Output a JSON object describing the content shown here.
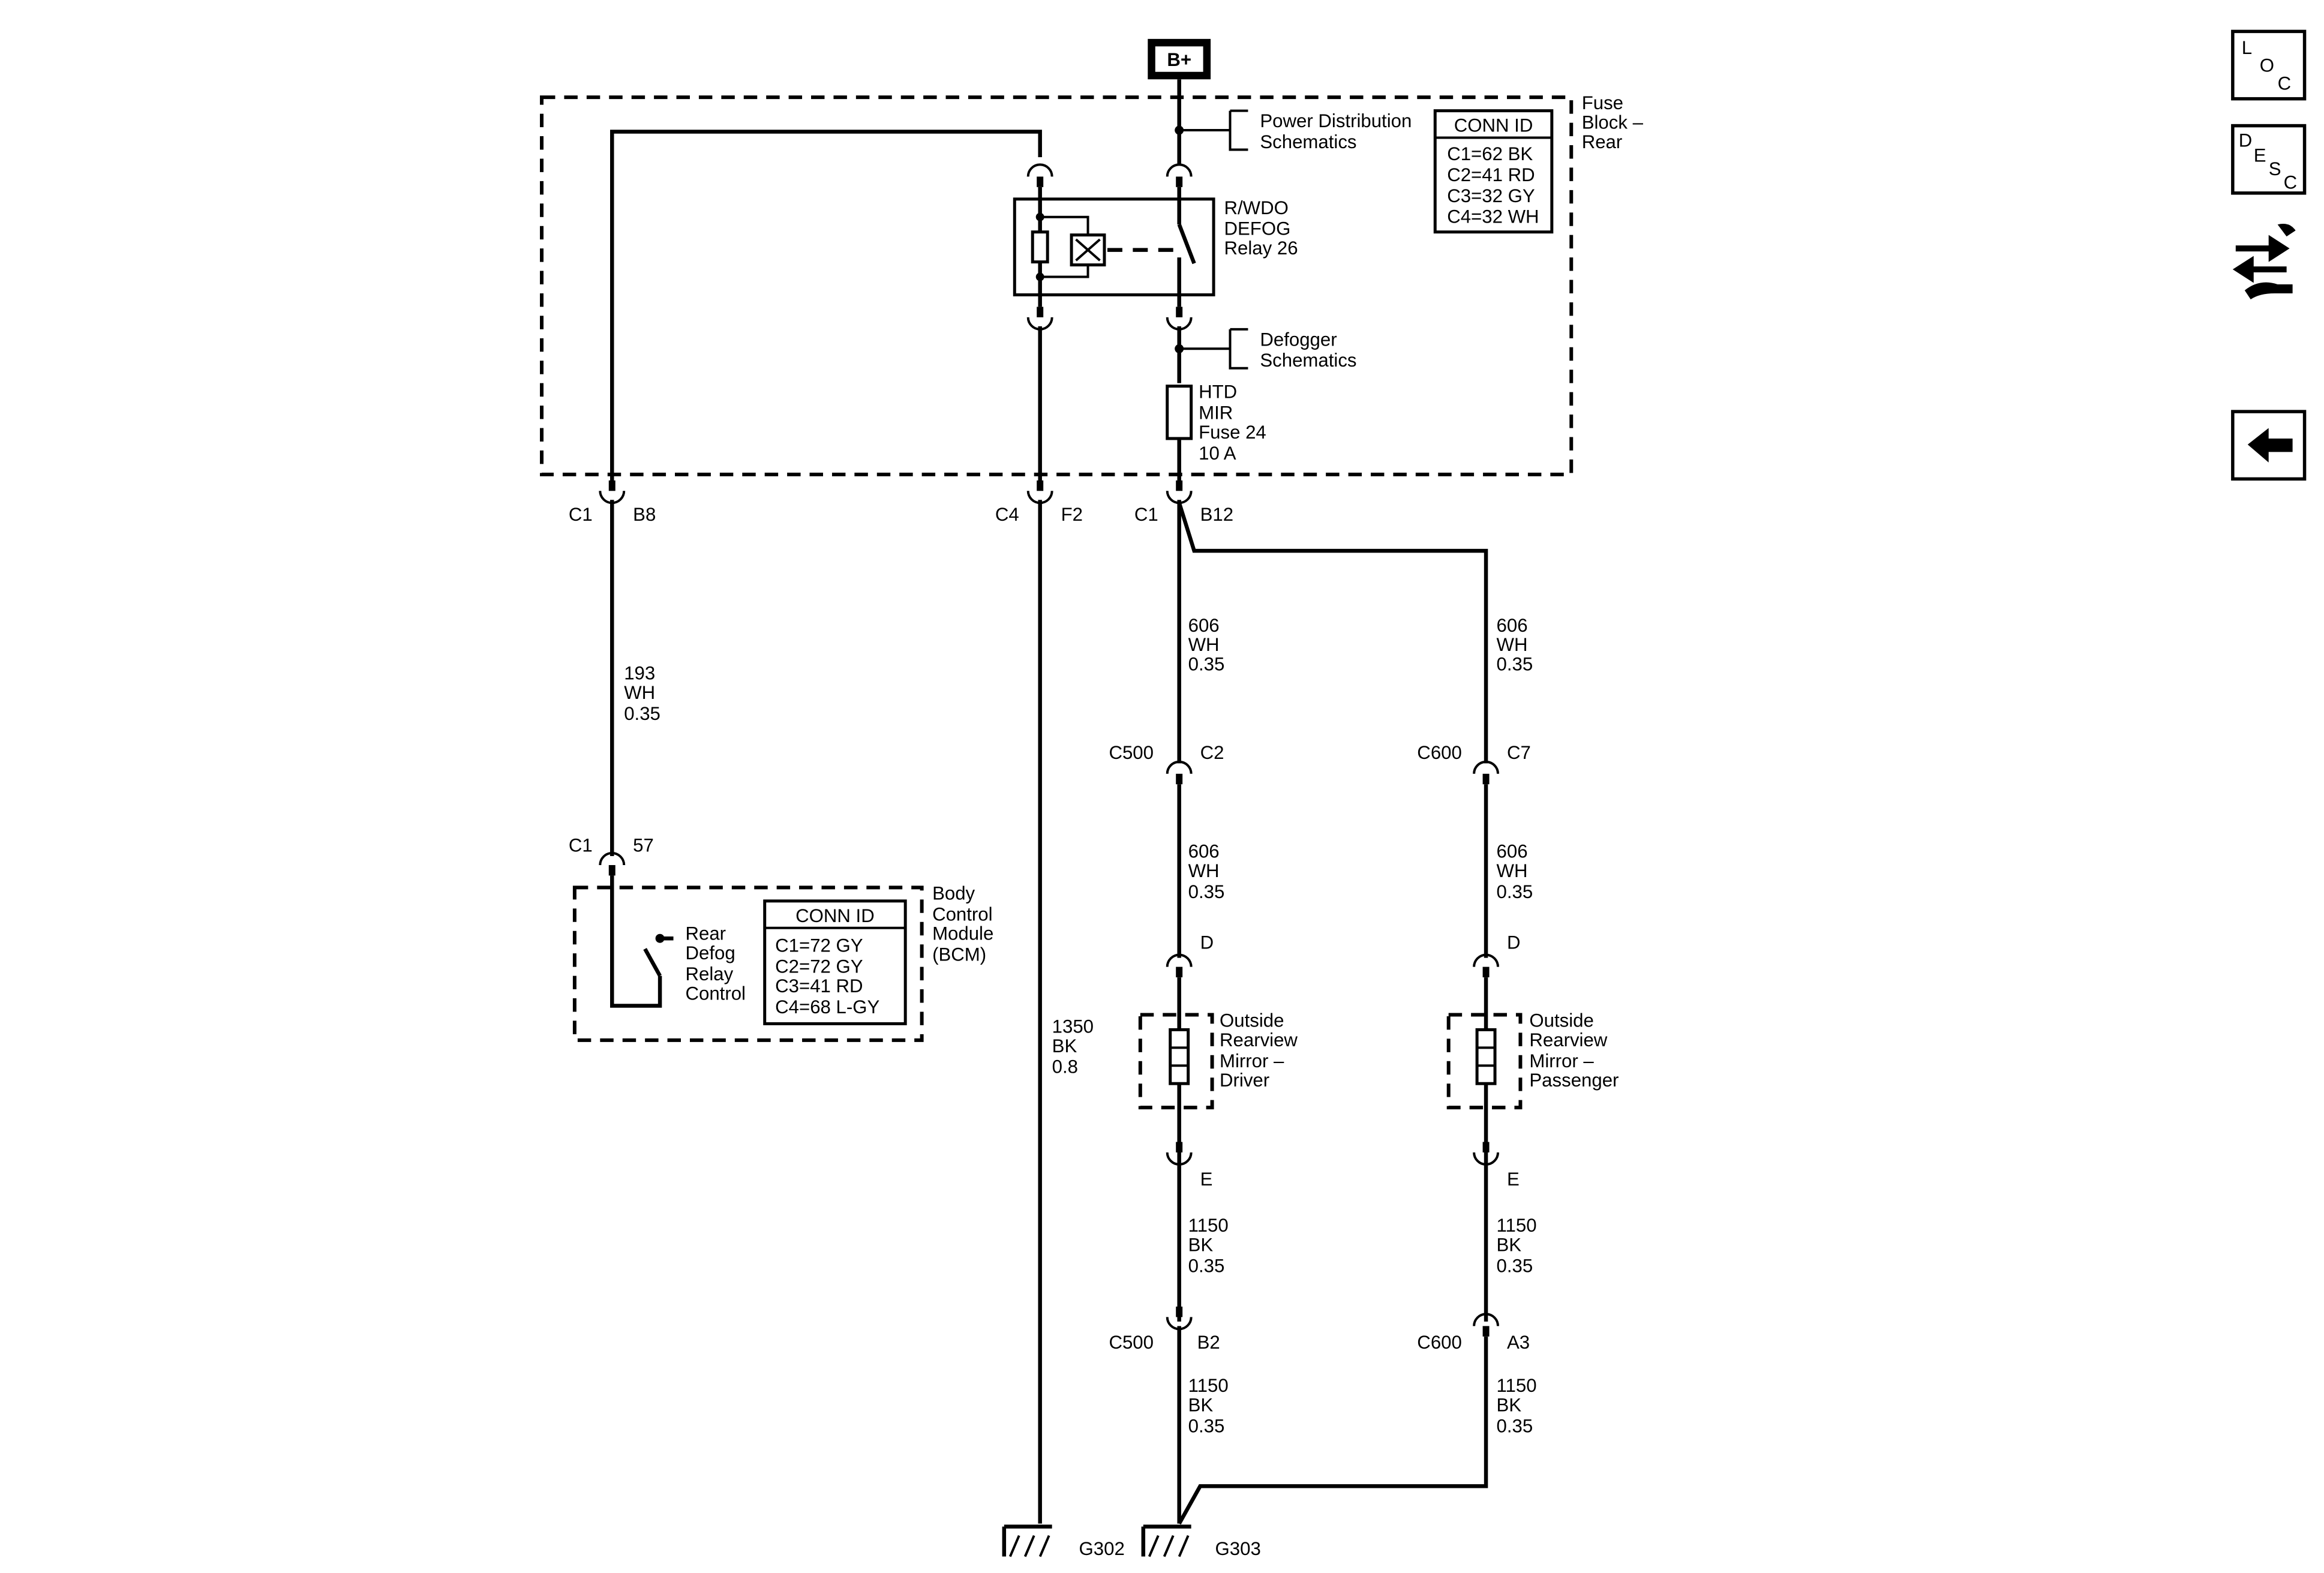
{
  "power": {
    "bplus": "B+"
  },
  "fuse_block": {
    "title": [
      "Fuse",
      "Block –",
      "Rear"
    ],
    "conn_header": "CONN ID",
    "conn": [
      "C1=62 BK",
      "C2=41 RD",
      "C3=32 GY",
      "C4=32 WH"
    ]
  },
  "power_dist": [
    "Power Distribution",
    "Schematics"
  ],
  "defogger_ref": [
    "Defogger",
    "Schematics"
  ],
  "relay": [
    "R/WDO",
    "DEFOG",
    "Relay 26"
  ],
  "fuse": [
    "HTD",
    "MIR",
    "Fuse 24",
    "10 A"
  ],
  "connectors": {
    "c1_b8": [
      "C1",
      "B8"
    ],
    "c4_f2": [
      "C4",
      "F2"
    ],
    "c1_b12": [
      "C1",
      "B12"
    ],
    "c500_c2": [
      "C500",
      "C2"
    ],
    "c600_c7": [
      "C600",
      "C7"
    ],
    "c1_57": [
      "C1",
      "57"
    ],
    "d_left": "D",
    "d_right": "D",
    "e_left": "E",
    "e_right": "E",
    "c500_b2": [
      "C500",
      "B2"
    ],
    "c600_a3": [
      "C600",
      "A3"
    ]
  },
  "wires": {
    "w193": [
      "193",
      "WH",
      "0.35"
    ],
    "w606_a": [
      "606",
      "WH",
      "0.35"
    ],
    "w606_b": [
      "606",
      "WH",
      "0.35"
    ],
    "w606_c": [
      "606",
      "WH",
      "0.35"
    ],
    "w606_d": [
      "606",
      "WH",
      "0.35"
    ],
    "w1350": [
      "1350",
      "BK",
      "0.8"
    ],
    "w1150_a": [
      "1150",
      "BK",
      "0.35"
    ],
    "w1150_b": [
      "1150",
      "BK",
      "0.35"
    ],
    "w1150_c": [
      "1150",
      "BK",
      "0.35"
    ],
    "w1150_d": [
      "1150",
      "BK",
      "0.35"
    ]
  },
  "bcm": {
    "switch_label": [
      "Rear",
      "Defog",
      "Relay",
      "Control"
    ],
    "title": [
      "Body",
      "Control",
      "Module",
      "(BCM)"
    ],
    "conn_header": "CONN ID",
    "conn": [
      "C1=72 GY",
      "C2=72 GY",
      "C3=41 RD",
      "C4=68 L-GY"
    ]
  },
  "mirror_driver": [
    "Outside",
    "Rearview",
    "Mirror –",
    "Driver"
  ],
  "mirror_passenger": [
    "Outside",
    "Rearview",
    "Mirror –",
    "Passenger"
  ],
  "grounds": {
    "g302": "G302",
    "g303": "G303"
  },
  "nav": {
    "loc": [
      "L",
      "O",
      "C"
    ],
    "desc": [
      "D",
      "E",
      "S",
      "C"
    ],
    "icons": [
      "loc-icon",
      "desc-icon",
      "connector-view-icon",
      "back-arrow-icon"
    ]
  }
}
